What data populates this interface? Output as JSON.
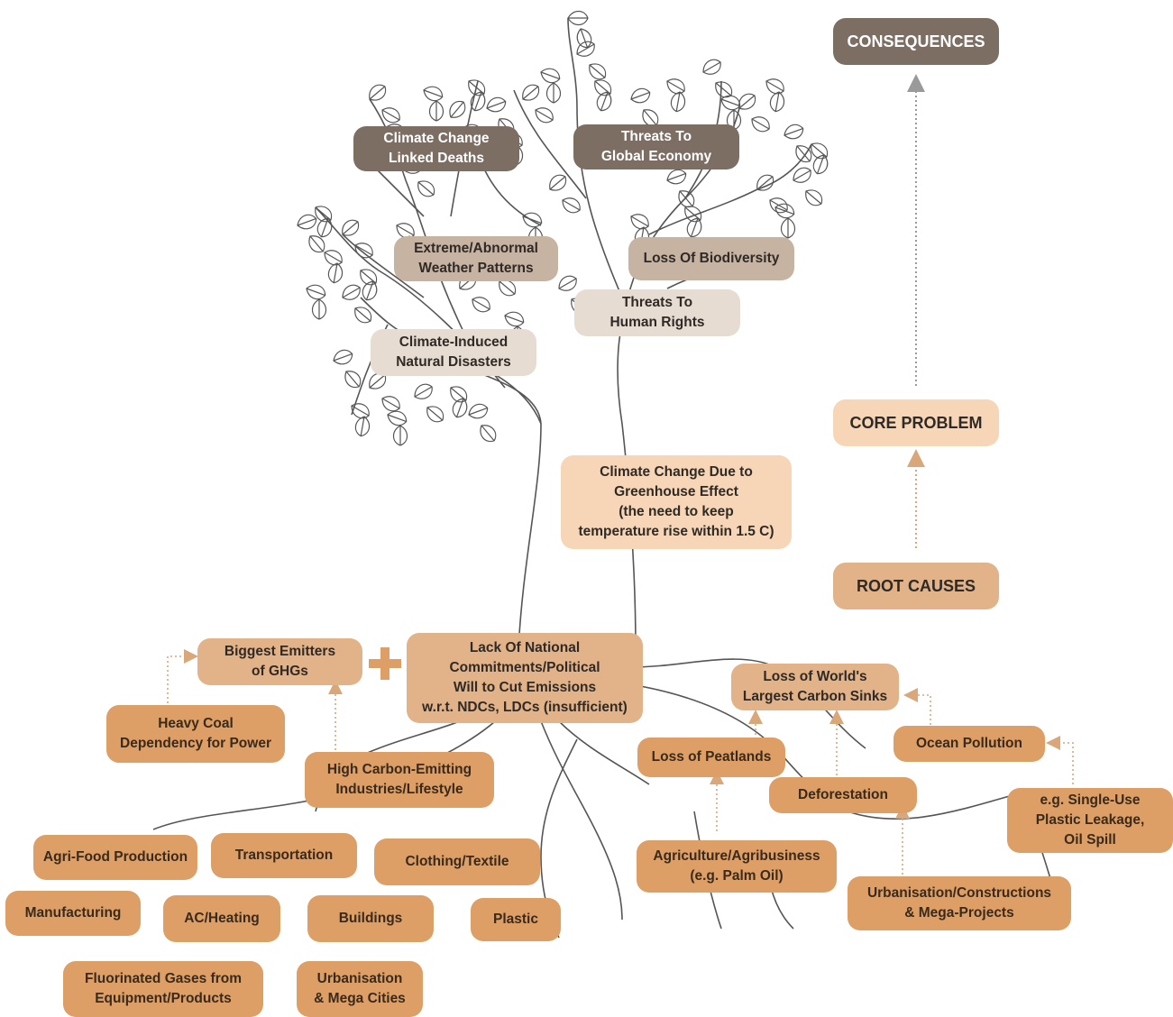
{
  "legend": {
    "consequences": "CONSEQUENCES",
    "core_problem": "CORE PROBLEM",
    "root_causes": "ROOT CAUSES"
  },
  "consequences": {
    "deaths": "Climate Change\nLinked Deaths",
    "economy": "Threats To\nGlobal Economy",
    "weather": "Extreme/Abnormal\nWeather Patterns",
    "biodiversity": "Loss Of Biodiversity",
    "human_rights": "Threats To\nHuman Rights",
    "disasters": "Climate-Induced\nNatural Disasters"
  },
  "core_problem": "Climate Change Due to\nGreenhouse Effect\n(the need to keep\ntemperature rise within 1.5 C)",
  "roots": {
    "emitters": "Biggest Emitters\nof GHGs",
    "commitments": "Lack Of National\nCommitments/Political\nWill to Cut Emissions\nw.r.t. NDCs, LDCs (insufficient)",
    "carbon_sinks": "Loss of World's\nLargest Carbon Sinks",
    "coal": "Heavy Coal\nDependency for Power",
    "industries": "High Carbon-Emitting\nIndustries/Lifestyle",
    "peatlands": "Loss of Peatlands",
    "ocean": "Ocean Pollution",
    "deforestation": "Deforestation",
    "plastic_leakage": "e.g. Single-Use\nPlastic Leakage,\nOil Spill",
    "agri_food": "Agri-Food Production",
    "transportation": "Transportation",
    "clothing": "Clothing/Textile",
    "agribusiness": "Agriculture/Agribusiness\n(e.g. Palm Oil)",
    "urban_construction": "Urbanisation/Constructions\n& Mega-Projects",
    "manufacturing": "Manufacturing",
    "ac_heating": "AC/Heating",
    "buildings": "Buildings",
    "plastic": "Plastic",
    "fluorinated": "Fluorinated Gases from\nEquipment/Products",
    "urban_cities": "Urbanisation\n& Mega Cities"
  },
  "colors": {
    "consequence_dark": "#7c6e63",
    "consequence_mid": "#c7b3a1",
    "consequence_light": "#e6dcd2",
    "core": "#f6d6b6",
    "root_mid": "#e2b289",
    "root_leaf": "#dd9f65",
    "tree_stroke": "#555555"
  }
}
